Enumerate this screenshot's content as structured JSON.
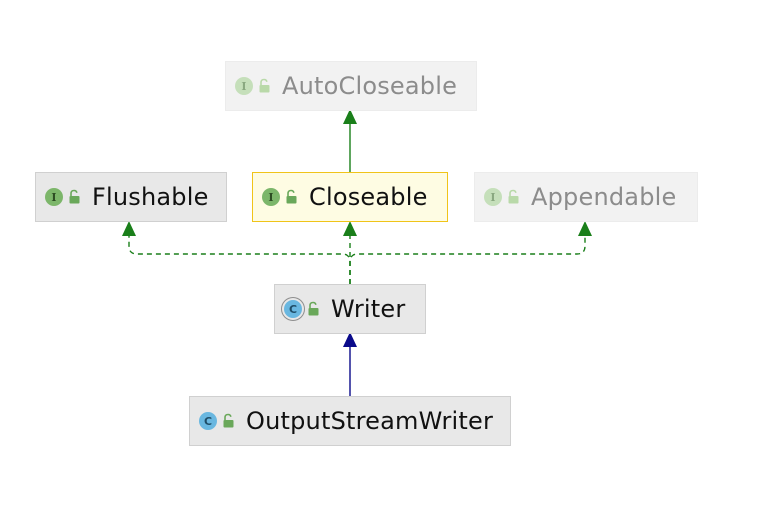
{
  "diagram": {
    "nodes": [
      {
        "id": "autocloseable",
        "label": "AutoCloseable",
        "kind": "interface",
        "badge": "I",
        "state": "dim"
      },
      {
        "id": "flushable",
        "label": "Flushable",
        "kind": "interface",
        "badge": "I",
        "state": "normal"
      },
      {
        "id": "closeable",
        "label": "Closeable",
        "kind": "interface",
        "badge": "I",
        "state": "selected"
      },
      {
        "id": "appendable",
        "label": "Appendable",
        "kind": "interface",
        "badge": "I",
        "state": "dim"
      },
      {
        "id": "writer",
        "label": "Writer",
        "kind": "abstract-class",
        "badge": "C",
        "state": "normal"
      },
      {
        "id": "outputstreamwriter",
        "label": "OutputStreamWriter",
        "kind": "class",
        "badge": "C",
        "state": "normal"
      }
    ],
    "edges": [
      {
        "from": "closeable",
        "to": "autocloseable",
        "relation": "extends",
        "style": "solid",
        "color": "#1a7f1a"
      },
      {
        "from": "writer",
        "to": "flushable",
        "relation": "implements",
        "style": "dashed",
        "color": "#1a7f1a"
      },
      {
        "from": "writer",
        "to": "closeable",
        "relation": "implements",
        "style": "dashed",
        "color": "#1a7f1a"
      },
      {
        "from": "writer",
        "to": "appendable",
        "relation": "implements",
        "style": "dashed",
        "color": "#1a7f1a"
      },
      {
        "from": "outputstreamwriter",
        "to": "writer",
        "relation": "extends",
        "style": "solid",
        "color": "#0a0a8a"
      }
    ]
  },
  "colors": {
    "interface_edge": "#1a7f1a",
    "class_edge": "#0a0a8a",
    "selected_border": "#f0c419"
  }
}
